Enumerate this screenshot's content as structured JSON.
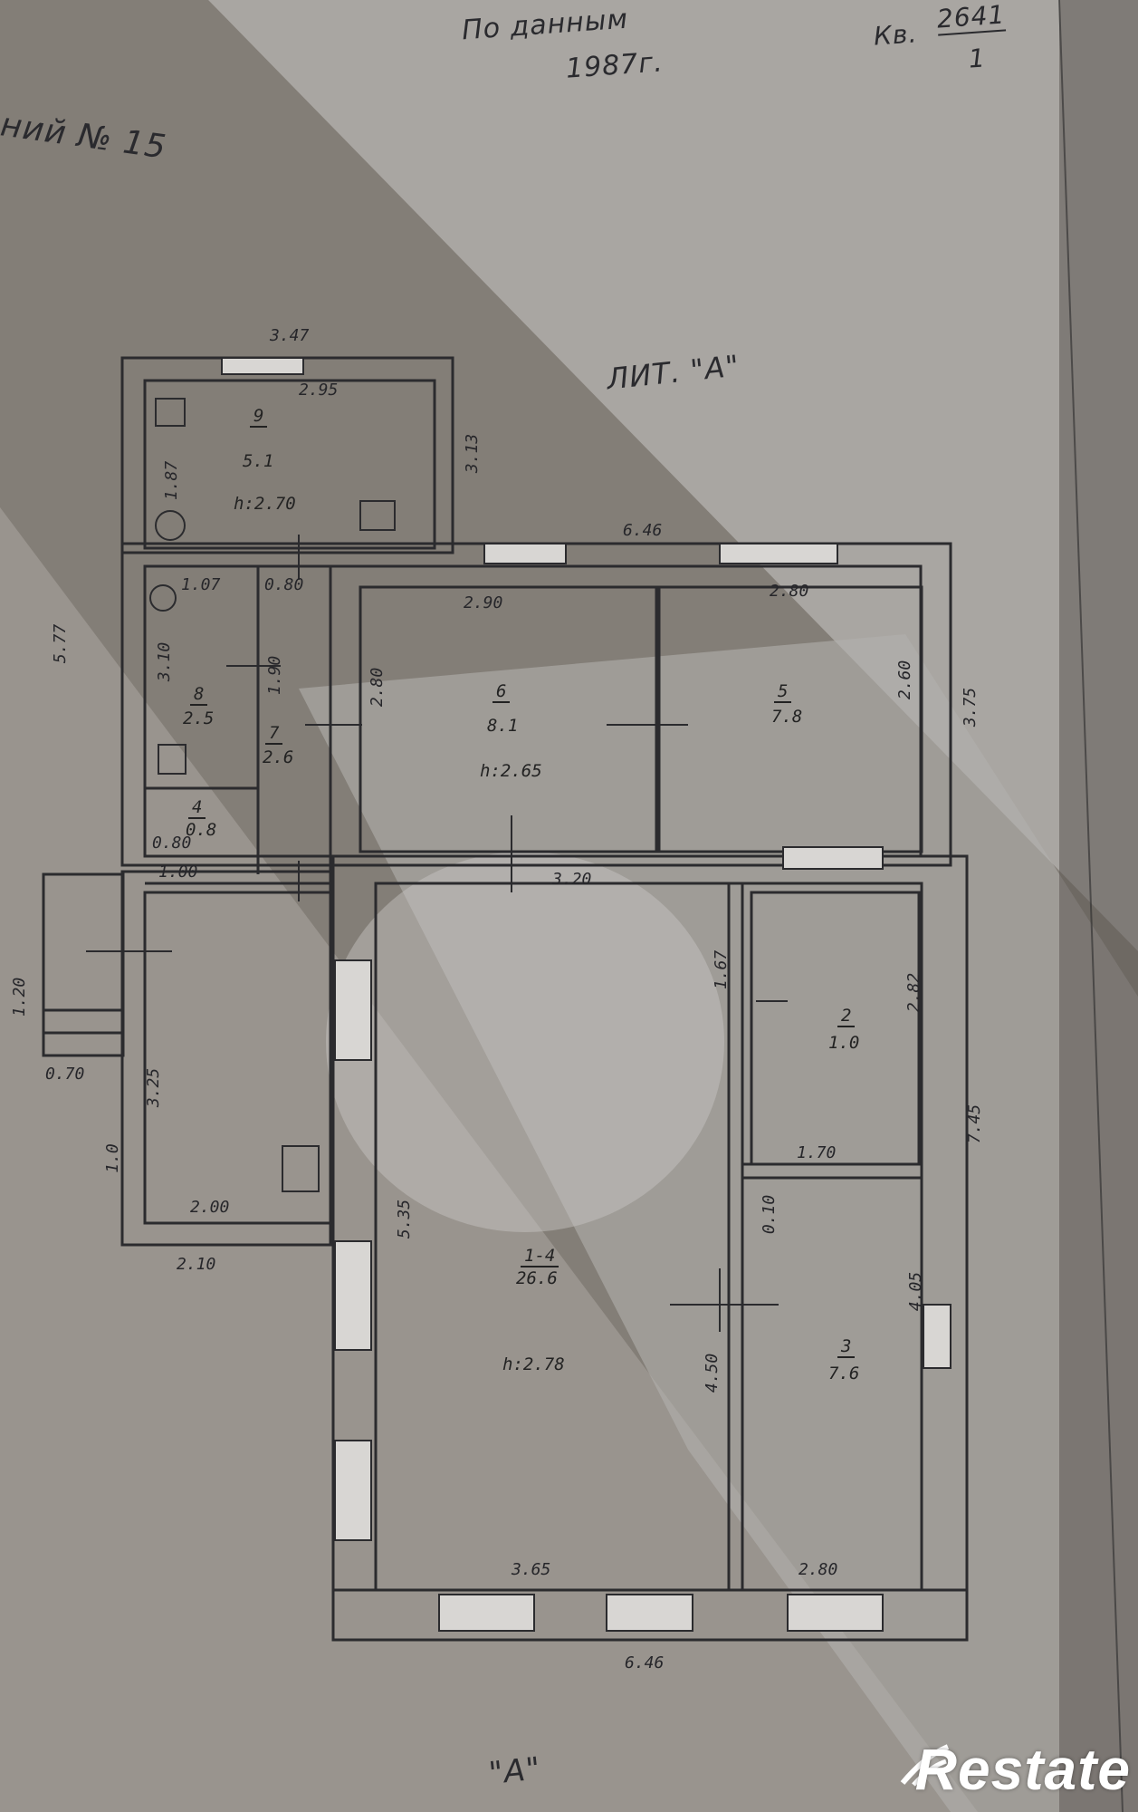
{
  "header": {
    "by_data": "По данным",
    "year": "1987г.",
    "kv_label": "Кв.",
    "kv_num": "2641",
    "kv_den": "1",
    "house_no": "ний № 15",
    "lit": "ЛИТ. \"А\"",
    "bottom_lit": "\"А\""
  },
  "dims": {
    "top_outer": "3.47",
    "top_inner9": "2.95",
    "r9_right": "3.13",
    "r9_left": "1.87",
    "main_top": "6.46",
    "r8_top": "1.07",
    "r7_top": "0.80",
    "r6_top": "2.90",
    "r5_top": "2.80",
    "left_total": "5.77",
    "r8_side": "3.10",
    "r7_side": "1.90",
    "r6_left": "2.80",
    "r5_right": "2.60",
    "right_upper": "3.75",
    "r_small_bottom": "1.00",
    "left_step": "1.20",
    "porch_w": "0.70",
    "hall_side": "3.25",
    "hall_low": "1.0",
    "hall_bottom_in": "2.00",
    "hall_bottom_out": "2.10",
    "r1_top": "3.20",
    "r1_side": "1.67",
    "r2_bottom": "1.70",
    "r2_right": "2.82",
    "right_lower": "7.45",
    "r3_side": "4.05",
    "r1_left_in": "5.35",
    "r3_left": "4.50",
    "doorside": "0.10",
    "r1_bottom": "3.65",
    "r3_bottom": "2.80",
    "main_bottom": "6.46"
  },
  "rooms": [
    {
      "num": "9",
      "area": "5.1",
      "height": "h:2.70"
    },
    {
      "num": "8",
      "area": "2.5"
    },
    {
      "num": "7",
      "area": "2.6"
    },
    {
      "num": "6",
      "area": "8.1",
      "height": "h:2.65"
    },
    {
      "num": "5",
      "area": "7.8"
    },
    {
      "num": "4",
      "area": "0.8"
    },
    {
      "num": "2",
      "area": "1.0"
    },
    {
      "num": "1-4",
      "area": "26.6",
      "height": "h:2.78"
    },
    {
      "num": "3",
      "area": "7.6"
    }
  ],
  "stove_label": "0.80",
  "logo": {
    "text": "Restate"
  },
  "colors": {
    "paper": "#a29d96",
    "ink": "#2a2a2e",
    "logo": "#ffffff"
  }
}
